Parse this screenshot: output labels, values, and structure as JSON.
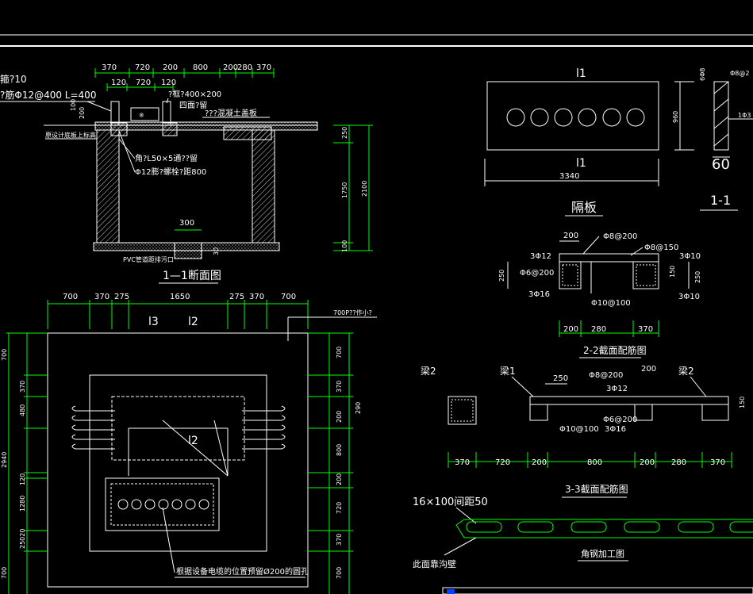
{
  "section_1": {
    "top_dims": [
      "370",
      "720",
      "200",
      "800",
      "200",
      "280",
      "370"
    ],
    "sub_dims": [
      "120",
      "720",
      "120"
    ],
    "note_a": "箍?10",
    "note_b": "?筋Φ12@400 L=400",
    "note_c": "?框?400×200",
    "note_d": "四面?留",
    "note_e": "???混凝土盖板",
    "note_f": "角?L50×5通??留",
    "note_g": "Φ12膨?螺栓?距800",
    "note_h": "原设计底板上标高",
    "note_i": "PVC管道距排污口",
    "dim_300": "300",
    "dim_30": "30",
    "dim_200": "200",
    "dim_100": "100",
    "side_dims": [
      "250",
      "1750",
      "100"
    ],
    "total_dim": "2100",
    "title": "1—1断面图"
  },
  "plan": {
    "top_dims": [
      "700",
      "370",
      "275",
      "1650",
      "275",
      "370",
      "700"
    ],
    "label_l3": "l3",
    "label_l2": "l2",
    "label_l2_inner": "l2",
    "note_top": "700P??作小?",
    "left_dims": [
      "700",
      "370",
      "480",
      "2940",
      "120",
      "1280",
      "25020",
      "700"
    ],
    "right_dims": [
      "700",
      "370",
      "200",
      "290",
      "800",
      "200",
      "720",
      "370",
      "700"
    ],
    "hole_note": "根据设备电缆的位置预留Ø200的圆孔"
  },
  "partition": {
    "label_top": "l1",
    "label_bottom": "l1",
    "dim_width": "3340",
    "dim_height": "960",
    "title": "隔板",
    "side_title": "1-1",
    "side_dim_60": "60",
    "side_note_top": "Φ8@2",
    "side_note_right": "1Φ3",
    "side_dim_6": "6Φ8"
  },
  "section_22": {
    "dim_top": "200",
    "label_phi8_200": "Φ8@200",
    "label_phi8_150": "Φ8@150",
    "label_3phi12": "3Φ12",
    "label_3phi10": "3Φ10",
    "label_phi6_200": "Φ6@200",
    "label_3phi16": "3Φ16",
    "label_phi10_100": "Φ10@100",
    "dim_250": "250",
    "dim_150": "150",
    "dim_250b": "250",
    "bottom_dims": [
      "200",
      "280",
      "370"
    ],
    "title": "2-2截面配筋图"
  },
  "section_33": {
    "beam2_left": "梁2",
    "beam1": "梁1",
    "beam2_right": "梁2",
    "dim_250": "250",
    "label_phi8_200": "Φ8@200",
    "dim_200": "200",
    "label_3phi12": "3Φ12",
    "label_phi6_200": "Φ6@200",
    "label_phi10_100": "Φ10@100",
    "label_3phi16": "3Φ16",
    "dim_150": "150",
    "bottom_dims": [
      "370",
      "720",
      "200",
      "800",
      "200",
      "280",
      "370"
    ],
    "title": "3-3截面配筋图"
  },
  "steel": {
    "note": "16×100间距50",
    "side_note": "此面靠沟壁",
    "title": "角钢加工图"
  }
}
